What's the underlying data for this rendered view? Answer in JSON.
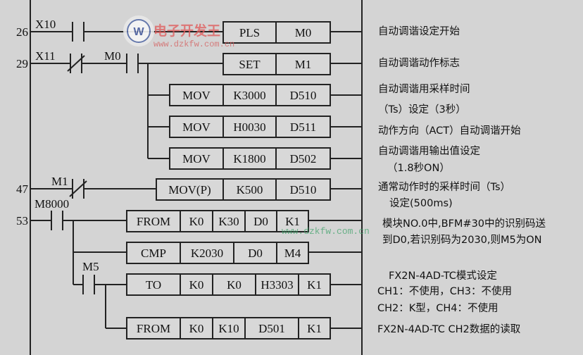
{
  "rungs": [
    {
      "step": "26",
      "contacts": [
        "X10"
      ],
      "instructions": [
        [
          "PLS",
          "M0"
        ]
      ],
      "comments": [
        "自动调谐设定开始"
      ]
    },
    {
      "step": "29",
      "contacts": [
        "X11",
        "M0"
      ],
      "instructions": [
        [
          "SET",
          "M1"
        ],
        [
          "MOV",
          "K3000",
          "D510"
        ],
        [
          "MOV",
          "H0030",
          "D511"
        ],
        [
          "MOV",
          "K1800",
          "D502"
        ]
      ],
      "comments": [
        "自动调谐动作标志",
        "自动调谐用采样时间",
        "（Ts）设定（3秒）",
        "动作方向（ACT）自动调谐开始",
        "自动调谐用输出值设定",
        "（1.8秒ON）"
      ]
    },
    {
      "step": "47",
      "contacts": [
        "M1"
      ],
      "instructions": [
        [
          "MOV(P)",
          "K500",
          "D510"
        ]
      ],
      "comments": [
        "通常动作时的采样时间（Ts）",
        "设定(500ms)"
      ]
    },
    {
      "step": "53",
      "contacts": [
        "M8000",
        "M5"
      ],
      "instructions": [
        [
          "FROM",
          "K0",
          "K30",
          "D0",
          "K1"
        ],
        [
          "CMP",
          "K2030",
          "D0",
          "M4"
        ],
        [
          "TO",
          "K0",
          "K0",
          "H3303",
          "K1"
        ],
        [
          "FROM",
          "K0",
          "K10",
          "D501",
          "K1"
        ]
      ],
      "comments": [
        "模块NO.0中,BFM#30中的识别码送",
        "到D0,若识别码为2030,则M5为ON",
        "FX2N-4AD-TC模式设定",
        "CH1：不使用，CH3：不使用",
        "CH2：K型，CH4：不使用",
        "FX2N-4AD-TC   CH2数据的读取"
      ]
    }
  ],
  "watermark": {
    "brand": "电子开发王",
    "url": "www.dzkfw.com.cn",
    "url2": "www.dzkfw.com.cn"
  },
  "colors": {
    "background": "#d4d4d4",
    "line": "#222222",
    "watermark_red": "#e05a5a",
    "watermark_green": "#3fa36a"
  }
}
